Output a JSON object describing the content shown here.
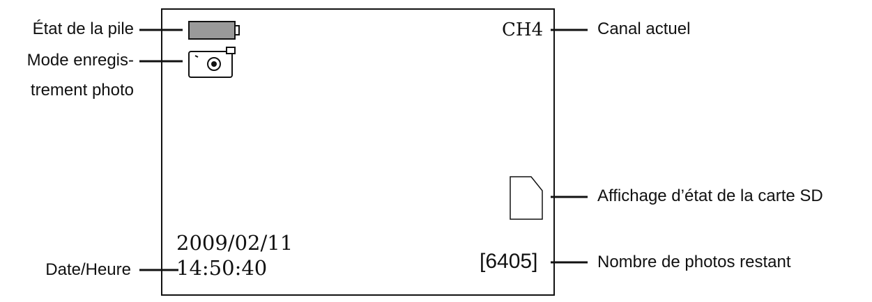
{
  "screen": {
    "channel": "CH4",
    "date": "2009/02/11",
    "time": "14:50:40",
    "photos_remaining": "[6405]"
  },
  "labels": {
    "battery": "État de la pile",
    "photo_mode_line1": "Mode enregis-",
    "photo_mode_line2": "trement photo",
    "datetime": "Date/Heure",
    "channel": "Canal actuel",
    "sd_card": "Affichage d’état de la carte SD",
    "photos_remaining": "Nombre de photos restant"
  },
  "icons": {
    "battery": "battery-icon",
    "camera": "camera-icon",
    "sd_card": "sd-card-icon"
  },
  "colors": {
    "battery_fill": "#9a9a9a",
    "line": "#111111"
  }
}
